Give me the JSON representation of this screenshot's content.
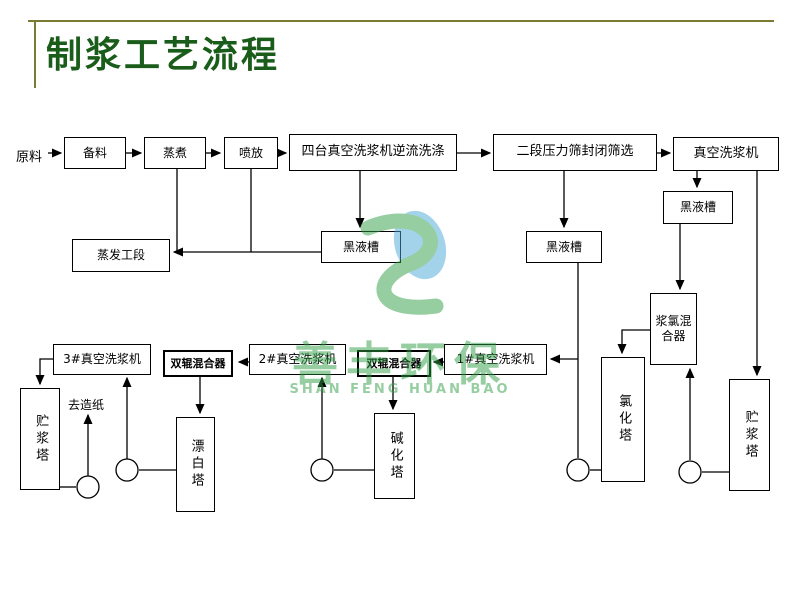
{
  "slide": {
    "title": "制浆工艺流程"
  },
  "flow": {
    "source_label": "原料",
    "to_papermaking_label": "去造纸",
    "nodes": {
      "material_prep": "备料",
      "cooking": "蒸煮",
      "blow": "喷放",
      "four_vacuum_washers": "四台真空洗浆机逆流洗涤",
      "pressure_screen": "二段压力筛封闭筛选",
      "vacuum_washer": "真空洗浆机",
      "black_liquor_tank_a": "黑液槽",
      "black_liquor_tank_b": "黑液槽",
      "black_liquor_tank_c": "黑液槽",
      "evaporation_section": "蒸发工段",
      "washer_no3": "3#真空洗浆机",
      "double_roller_mixer_a": "双辊混合器",
      "washer_no2": "2#真空洗浆机",
      "double_roller_mixer_b": "双辊混合器",
      "washer_no1": "1#真空洗浆机",
      "pulp_chlorine_mixer": "浆氯混合器",
      "storage_tower_left": "贮浆塔",
      "bleaching_tower": "漂白塔",
      "alkalization_tower": "碱化塔",
      "chlorination_tower": "氯化塔",
      "storage_tower_right": "贮浆塔"
    }
  },
  "watermark": {
    "name_cn": "善丰环保",
    "name_en": "SHAN FENG HUAN BAO"
  },
  "colors": {
    "title": "#1a5c1a",
    "frame_line": "#7a7a33",
    "box_border": "#000000",
    "watermark_green": "#2f9e46",
    "watermark_blue": "#49a8d8"
  }
}
